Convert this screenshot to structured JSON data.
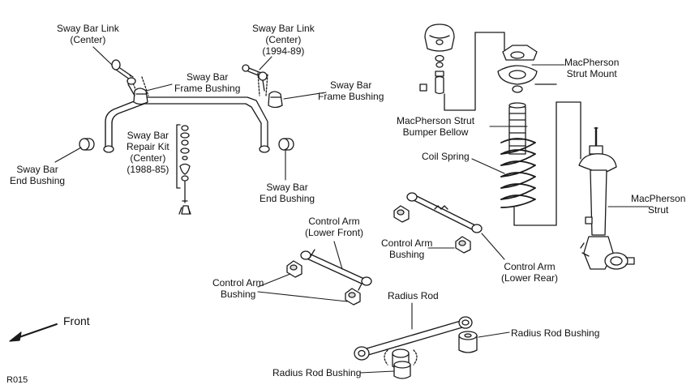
{
  "diagram": {
    "parts": {
      "sway_bar_link_center": [
        "Sway Bar Link",
        "(Center)"
      ],
      "sway_bar_link_center_1994": [
        "Sway Bar Link",
        "(Center)",
        "(1994-89)"
      ],
      "sway_bar_frame_bushing_left": [
        "Sway Bar",
        "Frame Bushing"
      ],
      "sway_bar_frame_bushing_right": [
        "Sway Bar",
        "Frame Bushing"
      ],
      "sway_bar_end_bushing_left": [
        "Sway Bar",
        "End Bushing"
      ],
      "sway_bar_end_bushing_right": [
        "Sway Bar",
        "End Bushing"
      ],
      "sway_bar_repair_kit": [
        "Sway Bar",
        "Repair Kit",
        "(Center)",
        "(1988-85)"
      ],
      "macpherson_strut_mount": [
        "MacPherson",
        "Strut Mount"
      ],
      "macpherson_strut_bumper_bellow": [
        "MacPherson Strut",
        "Bumper Bellow"
      ],
      "coil_spring": [
        "Coil Spring"
      ],
      "macpherson_strut": [
        "MacPherson",
        "Strut"
      ],
      "control_arm_lower_front": [
        "Control Arm",
        "(Lower Front)"
      ],
      "control_arm_bushing_rear": [
        "Control Arm",
        "Bushing"
      ],
      "control_arm_lower_rear": [
        "Control Arm",
        "(Lower Rear)"
      ],
      "control_arm_bushing_front": [
        "Control Arm",
        "Bushing"
      ],
      "radius_rod": [
        "Radius Rod"
      ],
      "radius_rod_bushing_right": [
        "Radius Rod Bushing"
      ],
      "radius_rod_bushing_left": [
        "Radius Rod Bushing"
      ]
    },
    "direction_label": "Front",
    "figure_code": "R015",
    "colors": {
      "line": "#1a1a1a",
      "fill": "#ffffff",
      "shade": "#d9d9d9"
    }
  }
}
